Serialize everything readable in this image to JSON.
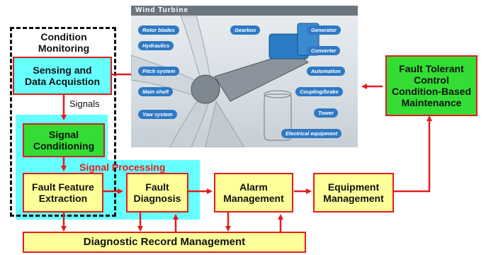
{
  "diagram": {
    "condition_monitoring_label": "Condition\nMonitoring",
    "sensing_box": "Sensing and\nData Acquistion",
    "signals_label": "Signals",
    "signal_conditioning_box": "Signal\nConditioning",
    "signal_processing_label": "Signal Processing",
    "fault_feature_box": "Fault Feature\nExtraction",
    "fault_diagnosis_box": "Fault\nDiagnosis",
    "alarm_box": "Alarm\nManagement",
    "equipment_box": "Equipment\nManagement",
    "fault_tolerant_box": "Fault Tolerant\nControl\nCondition-Based\nMaintenance",
    "diagnostic_record_box": "Diagnostic Record Management"
  },
  "turbine_image": {
    "title": "Wind Turbine",
    "labels": [
      "Rotor blades",
      "Hydraulics",
      "Pitch system",
      "Main shaft",
      "Yaw system",
      "Gearbox",
      "Generator",
      "Converter",
      "Automation",
      "Coupling/brake",
      "Tower",
      "Electrical equipment"
    ]
  },
  "colors": {
    "arrow": "#e11d1d",
    "yellow_box": "#ffff99",
    "cyan_box": "#66ffff",
    "green_box": "#33dd33",
    "pill_blue": "#2f79c4"
  }
}
